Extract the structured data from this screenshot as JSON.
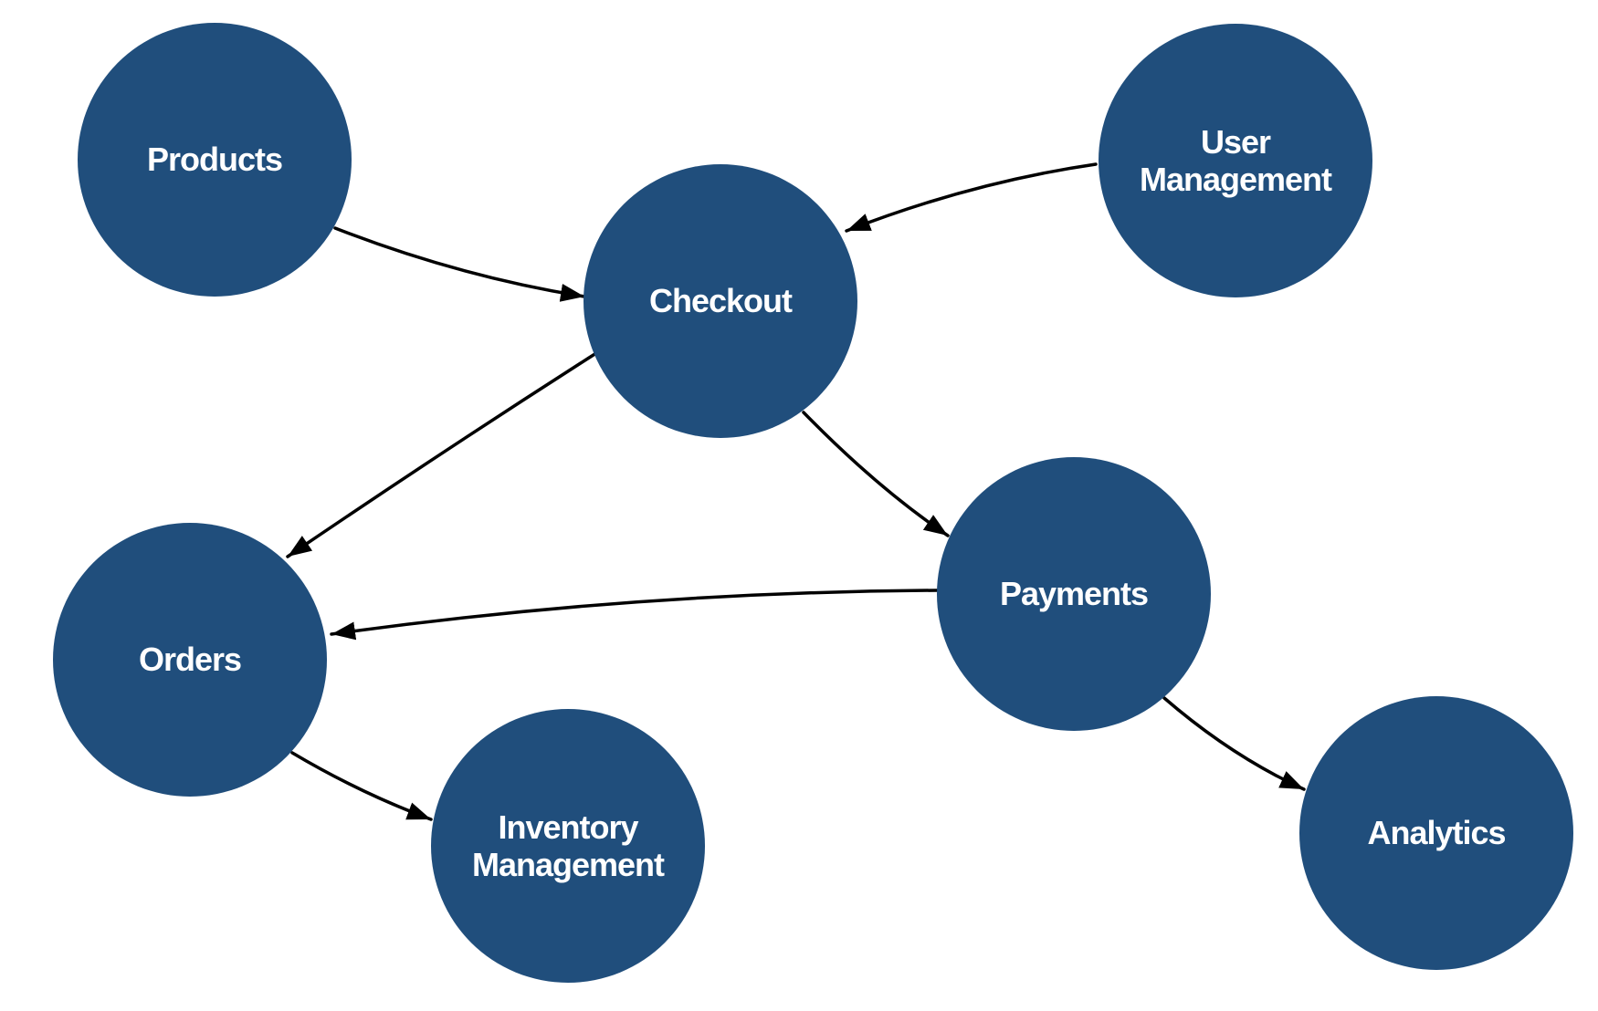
{
  "diagram": {
    "type": "node-link-graph",
    "colors": {
      "background": "#ffffff",
      "node_fill": "#204e7c",
      "node_text": "#ffffff",
      "edge": "#000000"
    },
    "nodes": [
      {
        "id": "products",
        "label": "Products"
      },
      {
        "id": "user-management",
        "label": "User Management"
      },
      {
        "id": "checkout",
        "label": "Checkout"
      },
      {
        "id": "payments",
        "label": "Payments"
      },
      {
        "id": "orders",
        "label": "Orders"
      },
      {
        "id": "inventory-management",
        "label": "Inventory Management"
      },
      {
        "id": "analytics",
        "label": "Analytics"
      }
    ],
    "edges": [
      {
        "from": "Products",
        "to": "Checkout"
      },
      {
        "from": "User Management",
        "to": "Checkout"
      },
      {
        "from": "Checkout",
        "to": "Payments"
      },
      {
        "from": "Checkout",
        "to": "Orders"
      },
      {
        "from": "Payments",
        "to": "Orders"
      },
      {
        "from": "Orders",
        "to": "Inventory Management"
      },
      {
        "from": "Payments",
        "to": "Analytics"
      }
    ]
  }
}
